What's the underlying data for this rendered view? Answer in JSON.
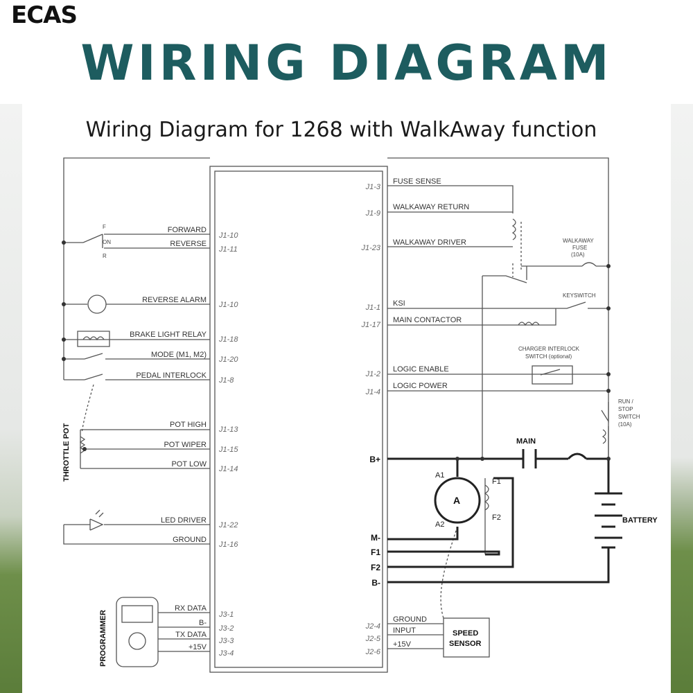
{
  "header": {
    "logo": "ECAS",
    "title": "WIRING DIAGRAM",
    "subtitle": "Wiring Diagram for 1268 with WalkAway function"
  },
  "colors": {
    "title": "#1d5c5f",
    "wire": "#555555",
    "bold_wire": "#222222"
  },
  "left_signals": [
    {
      "label": "FORWARD",
      "pin": "J1-10"
    },
    {
      "label": "REVERSE",
      "pin": "J1-11"
    },
    {
      "label": "REVERSE ALARM",
      "pin": "J1-10"
    },
    {
      "label": "BRAKE LIGHT RELAY",
      "pin": "J1-18"
    },
    {
      "label": "MODE (M1, M2)",
      "pin": "J1-20"
    },
    {
      "label": "PEDAL INTERLOCK",
      "pin": "J1-8"
    },
    {
      "label": "POT HIGH",
      "pin": "J1-13"
    },
    {
      "label": "POT WIPER",
      "pin": "J1-15"
    },
    {
      "label": "POT LOW",
      "pin": "J1-14"
    },
    {
      "label": "LED DRIVER",
      "pin": "J1-22"
    },
    {
      "label": "GROUND",
      "pin": "J1-16"
    },
    {
      "label": "RX DATA",
      "pin": "J3-1"
    },
    {
      "label": "B-",
      "pin": "J3-2"
    },
    {
      "label": "TX DATA",
      "pin": "J3-3"
    },
    {
      "label": "+15V",
      "pin": "J3-4"
    }
  ],
  "right_signals": [
    {
      "label": "FUSE SENSE",
      "pin": "J1-3"
    },
    {
      "label": "WALKAWAY RETURN",
      "pin": "J1-9"
    },
    {
      "label": "WALKAWAY DRIVER",
      "pin": "J1-23"
    },
    {
      "label": "KSI",
      "pin": "J1-1"
    },
    {
      "label": "MAIN CONTACTOR",
      "pin": "J1-17"
    },
    {
      "label": "LOGIC ENABLE",
      "pin": "J1-2"
    },
    {
      "label": "LOGIC POWER",
      "pin": "J1-4"
    },
    {
      "label": "GROUND",
      "pin": "J2-4"
    },
    {
      "label": "INPUT",
      "pin": "J2-5"
    },
    {
      "label": "+15V",
      "pin": "J2-6"
    }
  ],
  "power_terminals": [
    "B+",
    "M-",
    "F1",
    "F2",
    "B-"
  ],
  "components": {
    "switch_f": "F",
    "switch_on": "ON",
    "switch_r": "R",
    "throttle_pot": "THROTTLE POT",
    "programmer": "PROGRAMMER",
    "walkaway_fuse": [
      "WALKAWAY",
      "FUSE",
      "(10A)"
    ],
    "keyswitch": "KEYSWITCH",
    "charger_interlock": [
      "CHARGER INTERLOCK",
      "SWITCH (optional)"
    ],
    "run_stop_switch": [
      "RUN /",
      "STOP",
      "SWITCH",
      "(10A)"
    ],
    "main": "MAIN",
    "battery": "BATTERY",
    "motor": "A",
    "motor_a1": "A1",
    "motor_a2": "A2",
    "field_f1": "F1",
    "field_f2": "F2",
    "speed_sensor": [
      "SPEED",
      "SENSOR"
    ]
  }
}
